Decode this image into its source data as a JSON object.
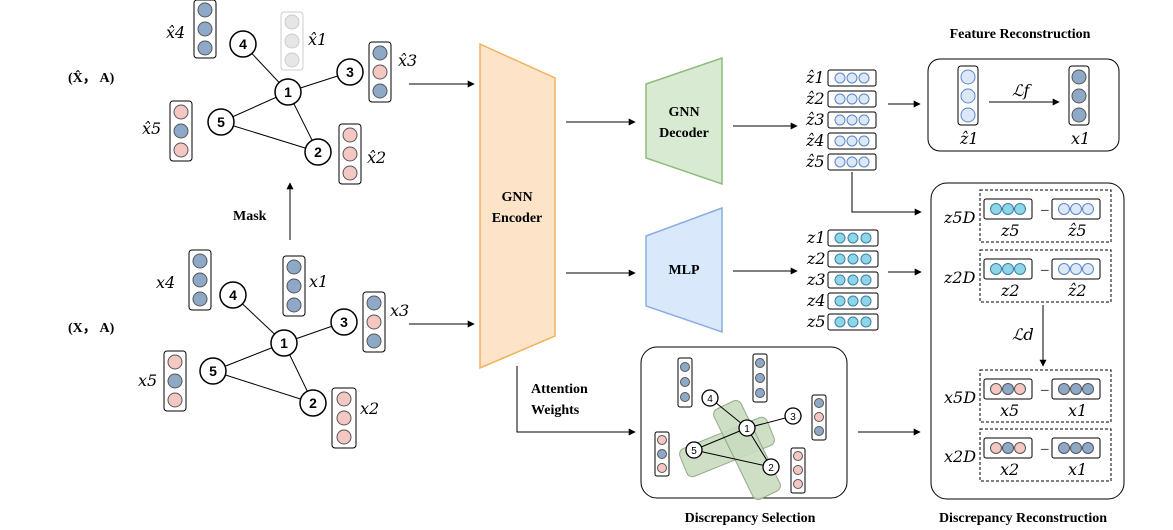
{
  "graph_top": {
    "title": "(X̂， A)",
    "features": [
      "x̂4",
      "x̂1",
      "x̂3",
      "x̂5",
      "x̂2"
    ],
    "nodes": [
      "1",
      "2",
      "3",
      "4",
      "5"
    ]
  },
  "graph_bottom": {
    "title": "(X， A)",
    "features": [
      "x4",
      "x1",
      "x3",
      "x5",
      "x2"
    ],
    "nodes": [
      "1",
      "2",
      "3",
      "4",
      "5"
    ]
  },
  "mask_label": "Mask",
  "encoder_label_1": "GNN",
  "encoder_label_2": "Encoder",
  "decoder_label_1": "GNN",
  "decoder_label_2": "Decoder",
  "mlp_label": "MLP",
  "attention_label_1": "Attention",
  "attention_label_2": "Weights",
  "zhat_labels": [
    "ẑ1",
    "ẑ2",
    "ẑ3",
    "ẑ4",
    "ẑ5"
  ],
  "z_labels": [
    "z1",
    "z2",
    "z3",
    "z4",
    "z5"
  ],
  "feature_recon": {
    "title": "Feature Reconstruction",
    "left_label": "ẑ1",
    "loss_label": "ℒf",
    "right_label": "x1"
  },
  "discrepancy_selection": {
    "title": "Discrepancy Selection",
    "nodes": [
      "1",
      "2",
      "3",
      "4",
      "5"
    ]
  },
  "discrepancy_recon": {
    "title": "Discrepancy Reconstruction",
    "loss_label": "ℒd",
    "rows": [
      {
        "head": "z5D",
        "a": "z5",
        "b": "ẑ5"
      },
      {
        "head": "z2D",
        "a": "z2",
        "b": "ẑ2"
      },
      {
        "head": "x5D",
        "a": "x5",
        "b": "x1"
      },
      {
        "head": "x2D",
        "a": "x2",
        "b": "x1"
      }
    ],
    "minus": "–"
  },
  "colors": {
    "blue_node": "#8ea9c8",
    "pink_node": "#f4c7c3",
    "grey_node": "#e6e6e6",
    "cyan_node": "#8ed5e8",
    "light_node": "#dce8f8",
    "encoder_fill": "#fde3c8",
    "encoder_stroke": "#f0b35c",
    "decoder_fill": "#d9ead3",
    "decoder_stroke": "#8fbc7a",
    "mlp_fill": "#dae8fc",
    "mlp_stroke": "#8aaee0",
    "highlight_fill": "#c9dcc0",
    "highlight_stroke": "#8aa37e"
  }
}
